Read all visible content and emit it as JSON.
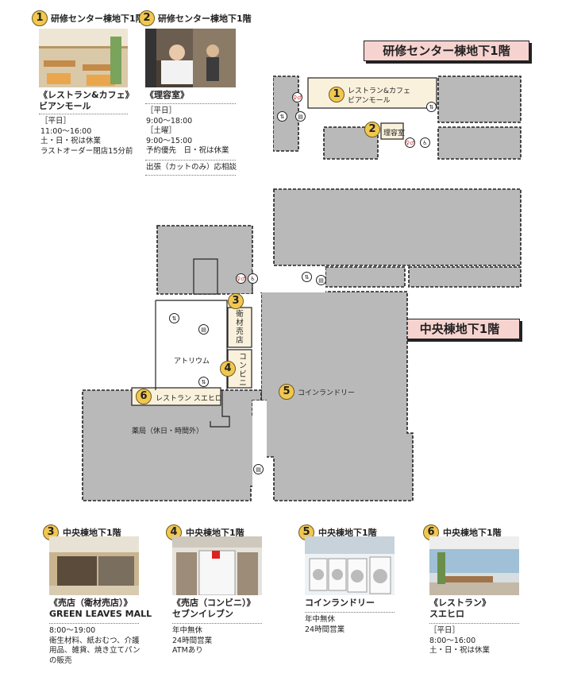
{
  "colors": {
    "room_gray": "#b9b9b9",
    "corridor": "#ffffff",
    "highlight": "#faf1dd",
    "badge": "#f2c74f",
    "section_bg": "#f6d3cf"
  },
  "sections": {
    "kenshu": "研修センター棟地下1階",
    "chuo": "中央棟地下1階"
  },
  "cards": [
    {
      "num": "1",
      "floor": "研修センター棟地下1階",
      "name": "《レストラン&カフェ》\nビアンモール",
      "info": "［平日］\n11:00〜16:00\n土・日・祝は休業\nラストオーダー閉店15分前",
      "photo": "restaurant-cafe-photo"
    },
    {
      "num": "2",
      "floor": "研修センター棟地下1階",
      "name": "《理容室》",
      "info": "［平日］\n9:00〜18:00\n［土曜］\n9:00〜15:00\n予約優先　日・祝は休業",
      "info2": "出張（カットのみ）応相談",
      "photo": "barber-photo"
    },
    {
      "num": "3",
      "floor": "中央棟地下1階",
      "name": "《売店（衛材売店）》\nGREEN LEAVES MALL",
      "info": "8:00〜19:00\n衛生材料、紙おむつ、介護\n用品、雑貨、焼き立てパン\nの販売",
      "photo": "shop-photo"
    },
    {
      "num": "4",
      "floor": "中央棟地下1階",
      "name": "《売店（コンビニ）》\nセブンイレブン",
      "info": "年中無休\n24時間営業\nATMあり",
      "photo": "convenience-photo"
    },
    {
      "num": "5",
      "floor": "中央棟地下1階",
      "name": "コインランドリー",
      "info": "年中無休\n24時間営業",
      "photo": "laundry-photo"
    },
    {
      "num": "6",
      "floor": "中央棟地下1階",
      "name": "《レストラン》\nスエヒロ",
      "info": "［平日］\n8:00〜16:00\n土・日・祝は休業",
      "photo": "restaurant-photo"
    }
  ],
  "map": {
    "restaurant_cafe": "レストラン&カフェ\nビアンモール",
    "barber": "理容室",
    "atrium": "アトリウム",
    "shop_vertical": "衛\n材\n売\n店",
    "conveni_vertical": "コ\nン\nビ\nニ",
    "laundry": "コインランドリー",
    "restaurant": "レストラン スエヒロ",
    "pharmacy": "薬局（休日・時間外）"
  }
}
